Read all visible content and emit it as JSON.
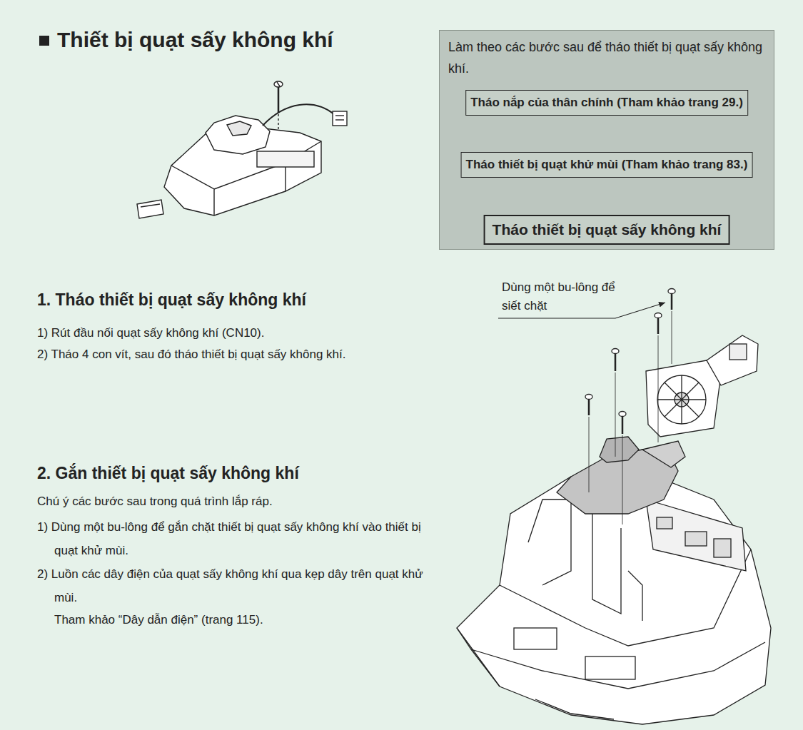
{
  "diagram": {
    "title": "Thiết bị quạt sấy không khí",
    "nodes": [
      {
        "text": [
          "Làm theo các bước sau để tháo thiết bị quạt sấy không khí."
        ]
      },
      {
        "text": [
          "Tháo nắp của thân chính (Tham khảo trang 29.)"
        ],
        "in": 0
      },
      {
        "text": [
          "Tháo thiết bị quạt khử mùi (Tham khảo trang 83.)"
        ],
        "in": 0
      },
      {
        "text": [
          "Tháo thiết bị quạt sấy không khí"
        ],
        "in": 0
      }
    ],
    "edges": [
      {
        "from": 1,
        "to": 2,
        "arrow": "to"
      },
      {
        "from": 2,
        "to": 3,
        "arrow": "to"
      }
    ],
    "labels": [
      "Dùng một bu-lông để siết chặt",
      "1. Tháo thiết bị quạt sấy không khí",
      "1) Rút đầu nối quạt sấy không khí (CN10).",
      "2) Tháo 4 con vít, sau đó tháo thiết bị quạt sấy không khí.",
      "2. Gắn thiết bị quạt sấy không khí",
      "Chú ý các bước sau trong quá trình lắp ráp.",
      "1) Dùng một bu-lông để gắn chặt thiết bị quạt sấy không khí vào thiết bị quạt khử mùi.",
      "2) Luồn các dây điện của quạt sấy không khí qua kẹp dây trên quạt khử mùi.",
      "Tham khảo “Dây dẫn điện” (trang 115)."
    ]
  }
}
